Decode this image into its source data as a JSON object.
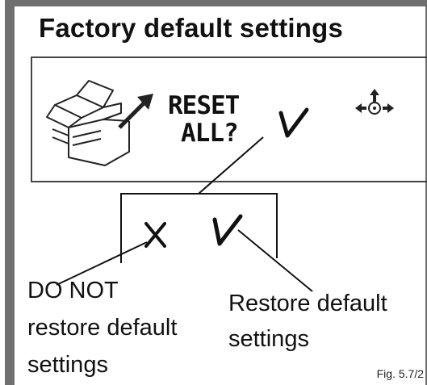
{
  "title": "Factory default settings",
  "screen": {
    "reset_line1": "RESET",
    "reset_line2": "ALL?",
    "confirm_symbol": "✓",
    "box_icon": "open-box-icon",
    "nav_icon": "navigation-cross-icon"
  },
  "options": {
    "cancel_symbol": "X",
    "confirm_symbol": "✓"
  },
  "captions": {
    "do_not_line1": "DO NOT",
    "do_not_line2": "restore default",
    "do_not_line3": "settings",
    "restore_line1": "Restore default",
    "restore_line2": "settings"
  },
  "figure_label": "Fig. 5.7/2"
}
